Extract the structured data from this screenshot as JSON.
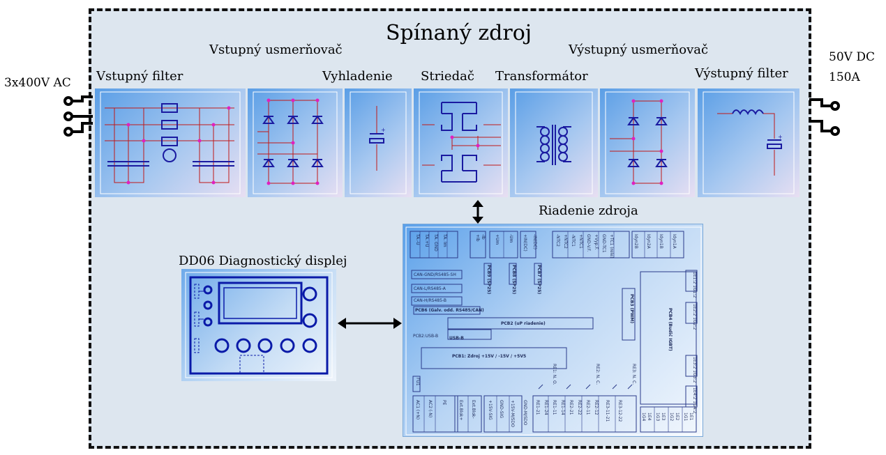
{
  "title": "Spínaný zdroj",
  "input_label": "3x400V AC",
  "output_label_line1": "50V DC",
  "output_label_line2": "150A",
  "stages": {
    "input_rectifier": "Vstupný usmerňovač",
    "output_rectifier": "Výstupný usmerňovač",
    "input_filter": "Vstupný filter",
    "smoothing": "Vyhladenie",
    "inverter": "Striedač",
    "transformer": "Transformátor",
    "output_filter": "Výstupný filter"
  },
  "control_title": "Riadenie zdroja",
  "display_title": "DD06 Diagnostický displej",
  "board": {
    "top_pins": [
      "TA.-U",
      "TA.+U",
      "TA. GND",
      "TA. Im",
      "+Ib",
      "-Ib",
      "+Um",
      "-Um",
      "+IN(DC)",
      "-IN(DC)",
      "-NTC2",
      "+NTC2",
      "-NTC1",
      "+NTC1",
      "GND-V.F.",
      "+Vyp.F.",
      "GND-TC1",
      "+TC1 (rele)",
      "Idyn2B",
      "Idyn2A",
      "Idyn1B",
      "Idyn1A"
    ],
    "pcb9": "PCB9 (SP25)",
    "pcb8": "PCB8 (SP25)",
    "pcb7": "PCB7 (SP25)",
    "can_gnd": "CAN-GND/RS485-SH",
    "can_l": "CAN-L/RS485-A",
    "can_h": "CAN-H/RS485-B",
    "pcb6": "PCB6 (Galv. odd. RS485/CAN)",
    "pcb2": "PCB2 (uP riadenie)",
    "pcb2_usb": "PCB2:USB-B",
    "usb_b": "USB-B",
    "pcb1": "PCB1: Zdroj +15V / -15V / +5V5",
    "pcb3": "PCB3 (PWM)",
    "pcb4": "PCB4 (Budič IGBT)",
    "fu1": "FU1",
    "relay1": "RE1: N. O.",
    "relay2": "RE2: N. C.",
    "relay3": "RE3: N. C.",
    "right_pins": [
      "1E1:2 1G1:2",
      "1E2:2 1G2:2",
      "1E3:2 1G3:2",
      "1E4:2 1G4:2"
    ],
    "bottom_pins": [
      "AC1 (+N)",
      "AC2 (-N)",
      "PE",
      "Ext.Blok+",
      "Ext.Blok-",
      "+15V-SIG",
      "GND-SIG",
      "+15V-M/SDO",
      "GND-M/SDO",
      "RE1-21",
      "RE1-24",
      "RE1-11",
      "RE1-14",
      "RE2-21",
      "RE2-22",
      "RE2-11",
      "RE2-12",
      "RE3-11-21",
      "RE3-12-22",
      "1G4",
      "1E4",
      "1G3",
      "1E3",
      "1G2",
      "1E2",
      "1G1",
      "1E1"
    ]
  }
}
